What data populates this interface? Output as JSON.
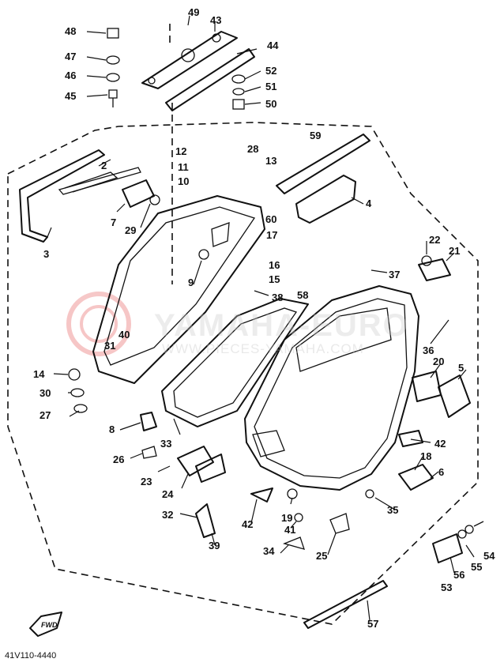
{
  "diagram": {
    "code": "41V110-4440",
    "fwd_label": "FWD",
    "watermark": "YAMAHA-EURO",
    "watermark_sub": "WWW.PIECES-YAMAHA.COM",
    "parts": [
      "2",
      "3",
      "4",
      "5",
      "6",
      "7",
      "8",
      "9",
      "10",
      "11",
      "12",
      "13",
      "14",
      "15",
      "16",
      "17",
      "18",
      "19",
      "20",
      "21",
      "22",
      "23",
      "24",
      "25",
      "26",
      "27",
      "28",
      "29",
      "30",
      "31",
      "32",
      "33",
      "34",
      "35",
      "36",
      "37",
      "38",
      "39",
      "40",
      "41",
      "42",
      "42",
      "43",
      "44",
      "45",
      "46",
      "47",
      "48",
      "49",
      "50",
      "51",
      "52",
      "53",
      "54",
      "55",
      "56",
      "57",
      "58",
      "59",
      "60"
    ]
  }
}
